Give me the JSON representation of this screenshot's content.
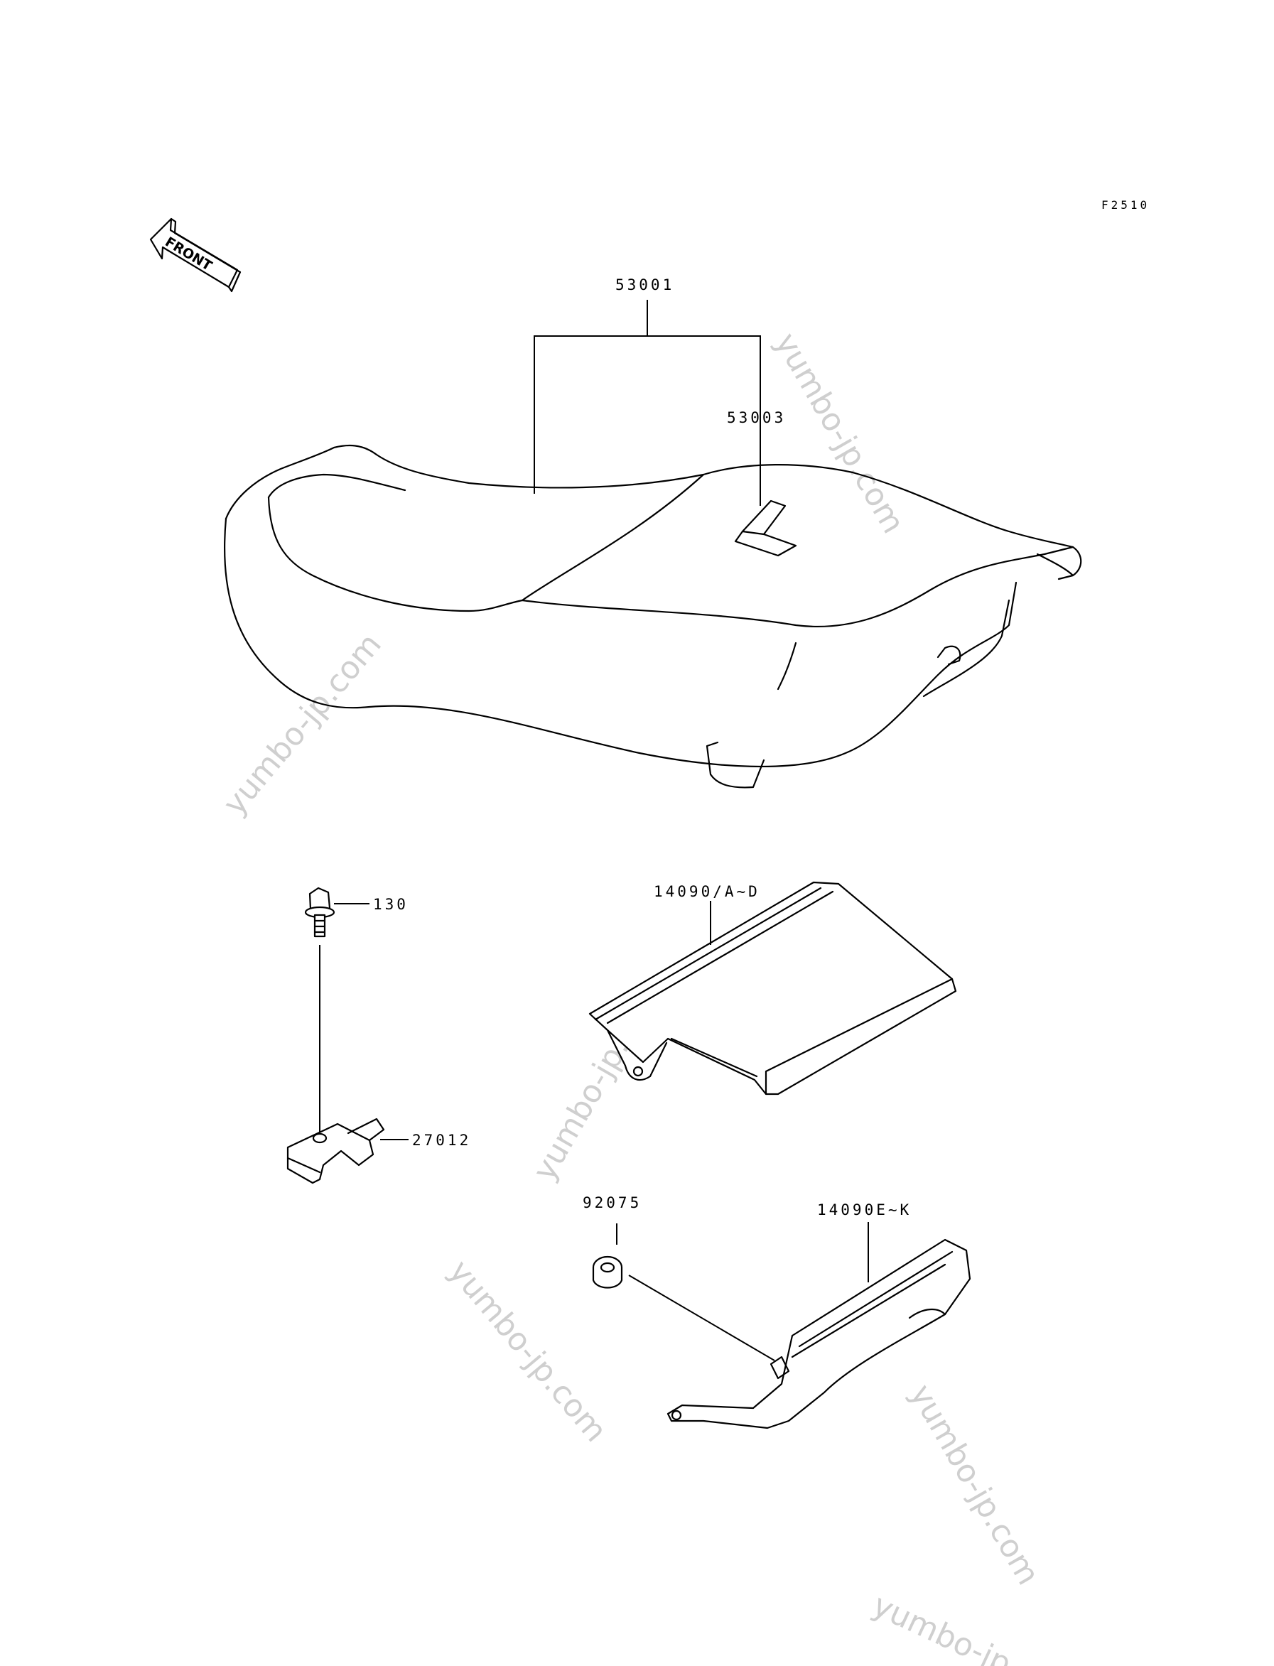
{
  "figure_code": "F2510",
  "front_indicator": {
    "text": "FRONT",
    "icon": "front-arrow-icon"
  },
  "parts": [
    {
      "id": "53001",
      "label": "53001",
      "name": "seat-assembly"
    },
    {
      "id": "53003",
      "label": "53003",
      "name": "seat-strap"
    },
    {
      "id": "14090-a-d",
      "label": "14090/A~D",
      "name": "seat-cover-upper"
    },
    {
      "id": "130",
      "label": "130",
      "name": "bolt"
    },
    {
      "id": "27012",
      "label": "27012",
      "name": "seat-lock-bracket"
    },
    {
      "id": "92075",
      "label": "92075",
      "name": "rubber-damper"
    },
    {
      "id": "14090-e-k",
      "label": "14090E~K",
      "name": "side-cover"
    }
  ],
  "watermark": "yumbo-jp.com",
  "colors": {
    "line": "#000000",
    "background": "#ffffff",
    "watermark": "#cfcfcf"
  }
}
